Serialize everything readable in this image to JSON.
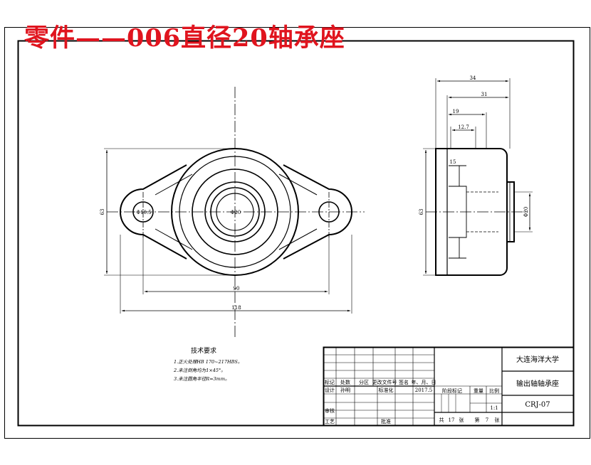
{
  "overlay_title": "零件——006直径20轴承座",
  "front_view": {
    "bore_label": "Φ20",
    "hole_label": "Φ10.5",
    "height_dim": "63",
    "center_span_dim": "90",
    "overall_length_dim": "118"
  },
  "side_view": {
    "dim_34": "34",
    "dim_31": "31",
    "dim_19": "19",
    "dim_12_7": "12.7",
    "dim_15": "15",
    "height_dim": "63",
    "bore_dim": "Φ20"
  },
  "tech_requirements": {
    "heading": "技术要求",
    "items": [
      "1.正火处理HB 170~217HBS。",
      "2.未注倒角均为1×45°。",
      "3.未注圆角半径R=3mm。"
    ]
  },
  "title_block": {
    "university": "大连海洋大学",
    "part_name": "输出轴轴承座",
    "drawing_no": "CRJ-07",
    "header_cells": [
      "标记",
      "处数",
      "分区",
      "更改文件号",
      "签名",
      "年、月、日"
    ],
    "design_label": "设计",
    "designer": "孙明",
    "standardize_label": "标准化",
    "date": "2017.5",
    "stage_label": "阶段标记",
    "weight_label": "重量",
    "scale_label": "比例",
    "scale_value": "1:1",
    "review_label": "审核",
    "process_label": "工艺",
    "approve_label": "批准",
    "total_label": "共",
    "total_sheets": "17",
    "sheet_unit": "张",
    "sheet_label": "第",
    "sheet_no": "7",
    "sheet_unit2": "张"
  },
  "colors": {
    "line": "#000000",
    "overlay_red": "#e0141e"
  }
}
